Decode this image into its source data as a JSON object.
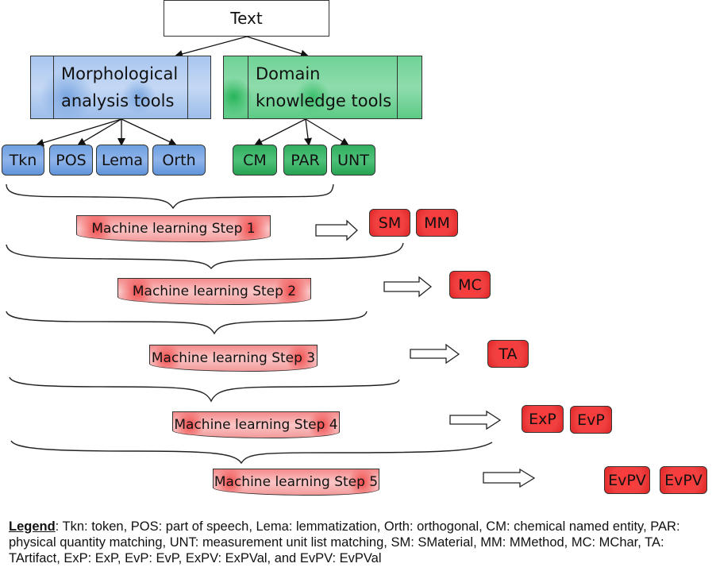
{
  "diagram": {
    "root": {
      "label": "Text"
    },
    "tool_groups": [
      {
        "label_line1": "Morphological",
        "label_line2": "analysis tools",
        "color": "#a9c6ef",
        "outputs": [
          "Tkn",
          "POS",
          "Lema",
          "Orth"
        ]
      },
      {
        "label_line1": "Domain",
        "label_line2": "knowledge tools",
        "color": "#7fd7a0",
        "outputs": [
          "CM",
          "PAR",
          "UNT"
        ]
      }
    ],
    "steps": [
      {
        "label": "Machine learning Step 1",
        "outputs": [
          "SM",
          "MM"
        ]
      },
      {
        "label": "Machine learning Step 2",
        "outputs": [
          "MC"
        ]
      },
      {
        "label": "Machine learning Step 3",
        "outputs": [
          "TA"
        ]
      },
      {
        "label": "Machine learning Step 4",
        "outputs": [
          "ExP",
          "EvP"
        ]
      },
      {
        "label": "Machine learning Step 5",
        "outputs": [
          "EvPV",
          "EvPV"
        ]
      }
    ],
    "colors": {
      "morph": "#a9c6ef",
      "domain": "#7fd7a0",
      "step": "#f7a8a8",
      "output": "#f03a3a"
    }
  },
  "legend": {
    "heading": "Legend",
    "text": ": Tkn: token, POS: part of speech, Lema: lemmatization, Orth: orthogonal, CM: chemical named entity, PAR: physical quantity matching, UNT: measurement unit list matching, SM: SMaterial, MM: MMethod, MC: MChar, TA: TArtifact, ExP: ExP, EvP: EvP, ExPV: ExPVal, and EvPV: EvPVal"
  }
}
